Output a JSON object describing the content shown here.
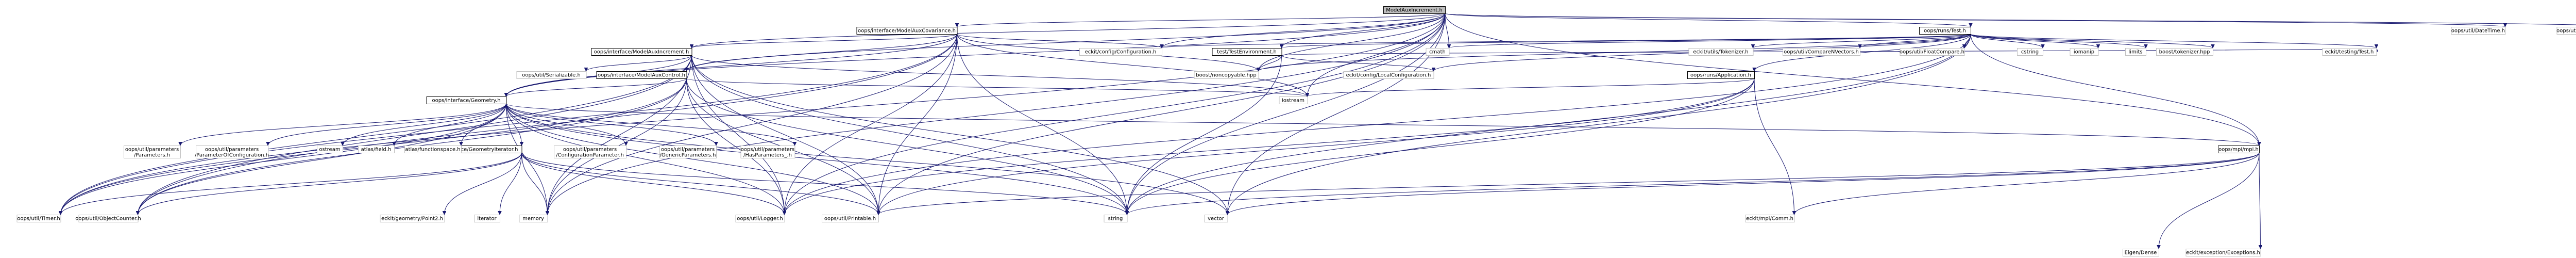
{
  "nodes": [
    {
      "id": "root",
      "label": "ModelAuxIncrement.h",
      "kind": "root"
    },
    {
      "id": "covariance",
      "label": "oops/interface/ModelAuxCovariance.h",
      "kind": "link"
    },
    {
      "id": "modelinc",
      "label": "oops/interface/ModelAuxIncrement.h",
      "kind": "link"
    },
    {
      "id": "test",
      "label": "oops/runs/Test.h",
      "kind": "link"
    },
    {
      "id": "testenv",
      "label": "test/TestEnvironment.h",
      "kind": "link"
    },
    {
      "id": "modelctrl",
      "label": "oops/interface/ModelAuxControl.h",
      "kind": "link"
    },
    {
      "id": "geometry",
      "label": "oops/interface/Geometry.h",
      "kind": "link"
    },
    {
      "id": "application",
      "label": "oops/runs/Application.h",
      "kind": "link"
    },
    {
      "id": "geoiter",
      "label": "oops/interface/GeometryIterator.h",
      "kind": "link"
    },
    {
      "id": "mpi",
      "label": "oops/mpi/mpi.h",
      "kind": "link"
    },
    {
      "id": "datetime",
      "label": "oops/util/DateTime.h",
      "kind": "box"
    },
    {
      "id": "dotproduct",
      "label": "oops/util/dot_product.h",
      "kind": "box"
    },
    {
      "id": "configconfig",
      "label": "eckit/config/Configuration.h",
      "kind": "box"
    },
    {
      "id": "cmath",
      "label": "cmath",
      "kind": "box"
    },
    {
      "id": "tokenizer",
      "label": "eckit/utils/Tokenizer.h",
      "kind": "box"
    },
    {
      "id": "comparenvectors",
      "label": "oops/util/CompareNVectors.h",
      "kind": "box"
    },
    {
      "id": "floatcompare",
      "label": "oops/util/FloatCompare.h",
      "kind": "box"
    },
    {
      "id": "cstring",
      "label": "cstring",
      "kind": "box"
    },
    {
      "id": "iomanip",
      "label": "iomanip",
      "kind": "box"
    },
    {
      "id": "limits",
      "label": "limits",
      "kind": "box"
    },
    {
      "id": "boosttokenizer",
      "label": "boost/tokenizer.hpp",
      "kind": "box"
    },
    {
      "id": "testingtest",
      "label": "eckit/testing/Test.h",
      "kind": "box"
    },
    {
      "id": "serializable",
      "label": "oops/util/Serializable.h",
      "kind": "box"
    },
    {
      "id": "noncopyable",
      "label": "boost/noncopyable.hpp",
      "kind": "box"
    },
    {
      "id": "localconfig",
      "label": "eckit/config/LocalConfiguration.h",
      "kind": "box"
    },
    {
      "id": "iostream",
      "label": "iostream",
      "kind": "box"
    },
    {
      "id": "parameters",
      "label": "oops/util/parameters\n/Parameters.h",
      "kind": "box"
    },
    {
      "id": "paramofconfig",
      "label": "oops/util/parameters\n/ParameterOfConfiguration.h",
      "kind": "box"
    },
    {
      "id": "ostream",
      "label": "ostream",
      "kind": "box"
    },
    {
      "id": "atlasfield",
      "label": "atlas/field.h",
      "kind": "box"
    },
    {
      "id": "atlasfuncspace",
      "label": "atlas/functionspace.h",
      "kind": "box"
    },
    {
      "id": "configparam",
      "label": "oops/util/parameters\n/ConfigurationParameter.h",
      "kind": "box"
    },
    {
      "id": "genericparam",
      "label": "oops/util/parameters\n/GenericParameters.h",
      "kind": "box"
    },
    {
      "id": "hasparam",
      "label": "oops/util/parameters\n/HasParameters_.h",
      "kind": "box"
    },
    {
      "id": "timer",
      "label": "oops/util/Timer.h",
      "kind": "box"
    },
    {
      "id": "objcounter",
      "label": "oops/util/ObjectCounter.h",
      "kind": "box"
    },
    {
      "id": "point2",
      "label": "eckit/geometry/Point2.h",
      "kind": "box"
    },
    {
      "id": "iterator",
      "label": "iterator",
      "kind": "box"
    },
    {
      "id": "memory",
      "label": "memory",
      "kind": "box"
    },
    {
      "id": "logger",
      "label": "oops/util/Logger.h",
      "kind": "box"
    },
    {
      "id": "printable",
      "label": "oops/util/Printable.h",
      "kind": "box"
    },
    {
      "id": "string",
      "label": "string",
      "kind": "box"
    },
    {
      "id": "vector",
      "label": "vector",
      "kind": "box"
    },
    {
      "id": "mpicomm",
      "label": "eckit/mpi/Comm.h",
      "kind": "box"
    },
    {
      "id": "eigendense",
      "label": "Eigen/Dense",
      "kind": "box"
    },
    {
      "id": "exceptions",
      "label": "eckit/exception/Exceptions.h",
      "kind": "box"
    }
  ],
  "edges": [
    [
      "root",
      "covariance"
    ],
    [
      "root",
      "modelinc"
    ],
    [
      "root",
      "test"
    ],
    [
      "root",
      "testenv"
    ],
    [
      "root",
      "modelctrl"
    ],
    [
      "root",
      "geometry"
    ],
    [
      "root",
      "datetime"
    ],
    [
      "root",
      "dotproduct"
    ],
    [
      "root",
      "configconfig"
    ],
    [
      "root",
      "cmath"
    ],
    [
      "root",
      "iostream"
    ],
    [
      "root",
      "noncopyable"
    ],
    [
      "root",
      "memory"
    ],
    [
      "root",
      "string"
    ],
    [
      "root",
      "vector"
    ],
    [
      "root",
      "timer"
    ],
    [
      "root",
      "printable"
    ],
    [
      "root",
      "logger"
    ],
    [
      "root",
      "mpi"
    ],
    [
      "covariance",
      "modelinc"
    ],
    [
      "covariance",
      "modelctrl"
    ],
    [
      "covariance",
      "geometry"
    ],
    [
      "covariance",
      "configconfig"
    ],
    [
      "covariance",
      "noncopyable"
    ],
    [
      "covariance",
      "iostream"
    ],
    [
      "covariance",
      "string"
    ],
    [
      "covariance",
      "memory"
    ],
    [
      "covariance",
      "timer"
    ],
    [
      "covariance",
      "objcounter"
    ],
    [
      "covariance",
      "logger"
    ],
    [
      "covariance",
      "printable"
    ],
    [
      "modelinc",
      "modelctrl"
    ],
    [
      "modelinc",
      "geometry"
    ],
    [
      "modelinc",
      "serializable"
    ],
    [
      "modelinc",
      "iostream"
    ],
    [
      "modelinc",
      "string"
    ],
    [
      "modelinc",
      "vector"
    ],
    [
      "modelinc",
      "objcounter"
    ],
    [
      "modelinc",
      "timer"
    ],
    [
      "modelinc",
      "logger"
    ],
    [
      "modelinc",
      "printable"
    ],
    [
      "modelinc",
      "memory"
    ],
    [
      "modelctrl",
      "geometry"
    ],
    [
      "modelctrl",
      "iostream"
    ],
    [
      "modelctrl",
      "string"
    ],
    [
      "modelctrl",
      "memory"
    ],
    [
      "modelctrl",
      "objcounter"
    ],
    [
      "modelctrl",
      "timer"
    ],
    [
      "modelctrl",
      "logger"
    ],
    [
      "modelctrl",
      "printable"
    ],
    [
      "test",
      "testenv"
    ],
    [
      "test",
      "application"
    ],
    [
      "test",
      "cmath"
    ],
    [
      "test",
      "tokenizer"
    ],
    [
      "test",
      "comparenvectors"
    ],
    [
      "test",
      "floatcompare"
    ],
    [
      "test",
      "cstring"
    ],
    [
      "test",
      "iomanip"
    ],
    [
      "test",
      "limits"
    ],
    [
      "test",
      "boosttokenizer"
    ],
    [
      "test",
      "testingtest"
    ],
    [
      "test",
      "localconfig"
    ],
    [
      "test",
      "string"
    ],
    [
      "test",
      "vector"
    ],
    [
      "test",
      "logger"
    ],
    [
      "test",
      "mpi"
    ],
    [
      "test",
      "configconfig"
    ],
    [
      "test",
      "noncopyable"
    ],
    [
      "testenv",
      "noncopyable"
    ],
    [
      "testenv",
      "localconfig"
    ],
    [
      "testenv",
      "string"
    ],
    [
      "testenv",
      "testingtest"
    ],
    [
      "application",
      "iostream"
    ],
    [
      "application",
      "string"
    ],
    [
      "application",
      "logger"
    ],
    [
      "application",
      "mpicomm"
    ],
    [
      "application",
      "printable"
    ],
    [
      "geometry",
      "parameters"
    ],
    [
      "geometry",
      "paramofconfig"
    ],
    [
      "geometry",
      "ostream"
    ],
    [
      "geometry",
      "atlasfield"
    ],
    [
      "geometry",
      "atlasfuncspace"
    ],
    [
      "geometry",
      "geoiter"
    ],
    [
      "geometry",
      "configparam"
    ],
    [
      "geometry",
      "genericparam"
    ],
    [
      "geometry",
      "hasparam"
    ],
    [
      "geometry",
      "timer"
    ],
    [
      "geometry",
      "objcounter"
    ],
    [
      "geometry",
      "memory"
    ],
    [
      "geometry",
      "logger"
    ],
    [
      "geometry",
      "printable"
    ],
    [
      "geometry",
      "string"
    ],
    [
      "geometry",
      "vector"
    ],
    [
      "geometry",
      "mpi"
    ],
    [
      "geoiter",
      "point2"
    ],
    [
      "geoiter",
      "iterator"
    ],
    [
      "geoiter",
      "memory"
    ],
    [
      "geoiter",
      "logger"
    ],
    [
      "geoiter",
      "printable"
    ],
    [
      "geoiter",
      "objcounter"
    ],
    [
      "geoiter",
      "timer"
    ],
    [
      "geoiter",
      "string"
    ],
    [
      "mpi",
      "eigendense"
    ],
    [
      "mpi",
      "exceptions"
    ],
    [
      "mpi",
      "mpicomm"
    ],
    [
      "mpi",
      "printable"
    ],
    [
      "mpi",
      "vector"
    ],
    [
      "mpi",
      "string"
    ]
  ]
}
